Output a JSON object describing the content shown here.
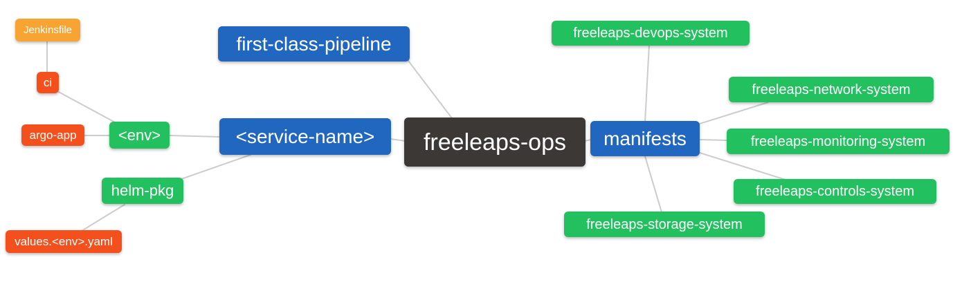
{
  "diagram": {
    "type": "mindmap",
    "root_label": "freeleaps-ops",
    "background_color": "#ffffff"
  },
  "colors": {
    "root_node": "#3b3836",
    "branch_node": "#2167bf",
    "green_node": "#22c05e",
    "red_node": "#f4501d",
    "orange_node": "#f7a433",
    "edge_line": "#cccccc",
    "node_text": "#ffffff"
  },
  "nodes": {
    "root": {
      "label": "freeleaps-ops"
    },
    "first_class_pipeline": {
      "label": "first-class-pipeline"
    },
    "service_name": {
      "label": "<service-name>"
    },
    "env": {
      "label": "<env>"
    },
    "ci": {
      "label": "ci"
    },
    "jenkinsfile": {
      "label": "Jenkinsfile"
    },
    "argo_app": {
      "label": "argo-app"
    },
    "helm_pkg": {
      "label": "helm-pkg"
    },
    "values_env_yaml": {
      "label": "values.<env>.yaml"
    },
    "manifests": {
      "label": "manifests"
    },
    "devops_system": {
      "label": "freeleaps-devops-system"
    },
    "network_system": {
      "label": "freeleaps-network-system"
    },
    "monitoring_system": {
      "label": "freeleaps-monitoring-system"
    },
    "controls_system": {
      "label": "freeleaps-controls-system"
    },
    "storage_system": {
      "label": "freeleaps-storage-system"
    }
  },
  "edges": [
    {
      "from": "jenkinsfile",
      "to": "ci"
    },
    {
      "from": "ci",
      "to": "env"
    },
    {
      "from": "argo_app",
      "to": "env"
    },
    {
      "from": "env",
      "to": "service_name"
    },
    {
      "from": "helm_pkg",
      "to": "service_name"
    },
    {
      "from": "values_env_yaml",
      "to": "helm_pkg"
    },
    {
      "from": "first_class_pipeline",
      "to": "root"
    },
    {
      "from": "service_name",
      "to": "root"
    },
    {
      "from": "root",
      "to": "manifests"
    },
    {
      "from": "manifests",
      "to": "devops_system"
    },
    {
      "from": "manifests",
      "to": "network_system"
    },
    {
      "from": "manifests",
      "to": "monitoring_system"
    },
    {
      "from": "manifests",
      "to": "controls_system"
    },
    {
      "from": "manifests",
      "to": "storage_system"
    }
  ]
}
